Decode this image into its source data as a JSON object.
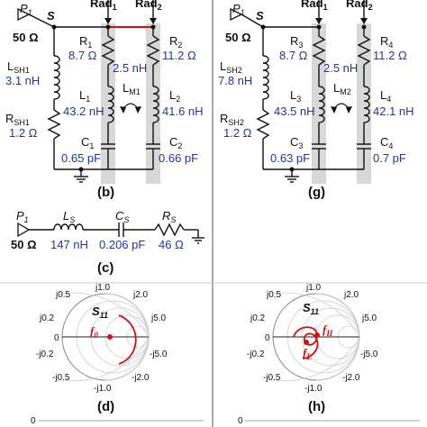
{
  "left_circuit": {
    "port": "P",
    "port_sub": "1",
    "node": "S",
    "impedance": "50 Ω",
    "rad1": "Rad",
    "rad1_sub": "1",
    "rad2": "Rad",
    "rad2_sub": "2",
    "r1": "R",
    "r1_sub": "1",
    "r1_val": "8.7 Ω",
    "r2": "R",
    "r2_sub": "2",
    "r2_val": "11.2 Ω",
    "lsh": "L",
    "lsh_sub": "SH1",
    "lsh_val": "3.1 nH",
    "l1": "L",
    "l1_sub": "1",
    "l1_val": "43.2 nH",
    "l2": "L",
    "l2_sub": "2",
    "l2_val": "41.6 nH",
    "lm_val": "2.5 nH",
    "lm": "L",
    "lm_sub": "M1",
    "rsh": "R",
    "rsh_sub": "SH1",
    "rsh_val": "1.2 Ω",
    "c1": "C",
    "c1_sub": "1",
    "c1_val": "0.65 pF",
    "c2": "C",
    "c2_sub": "2",
    "c2_val": "0.66 pF",
    "caption": "(b)"
  },
  "right_circuit": {
    "port": "P",
    "port_sub": "1",
    "node": "S",
    "impedance": "50 Ω",
    "rad1": "Rad",
    "rad1_sub": "1",
    "rad2": "Rad",
    "rad2_sub": "2",
    "r1": "R",
    "r1_sub": "3",
    "r1_val": "8.7 Ω",
    "r2": "R",
    "r2_sub": "4",
    "r2_val": "11.2 Ω",
    "lsh": "L",
    "lsh_sub": "SH2",
    "lsh_val": "7.8 nH",
    "l1": "L",
    "l1_sub": "3",
    "l1_val": "43.5 nH",
    "l2": "L",
    "l2_sub": "4",
    "l2_val": "42.1 nH",
    "lm_val": "2.5 nH",
    "lm": "L",
    "lm_sub": "M2",
    "rsh": "R",
    "rsh_sub": "SH2",
    "rsh_val": "1.2 Ω",
    "c1": "C",
    "c1_sub": "3",
    "c1_val": "0.63 pF",
    "c2": "C",
    "c2_sub": "4",
    "c2_val": "0.7 pF",
    "caption": "(g)"
  },
  "series_circuit": {
    "port": "P",
    "port_sub": "1",
    "impedance": "50 Ω",
    "ls": "L",
    "ls_sub": "S",
    "ls_val": "147 nH",
    "cs": "C",
    "cs_sub": "S",
    "cs_val": "0.206 pF",
    "rs": "R",
    "rs_sub": "S",
    "rs_val": "46 Ω",
    "caption": "(c)"
  },
  "smith_left": {
    "title": "S",
    "title_sub": "11",
    "ticks": [
      "j1.0",
      "j0.5",
      "j2.0",
      "j0.2",
      "j5.0",
      "0",
      "-j0.2",
      "-j5.0",
      "-j0.5",
      "-j2.0",
      "-j1.0"
    ],
    "marker": "f",
    "marker_sub": "0",
    "caption": "(d)"
  },
  "smith_right": {
    "title": "S",
    "title_sub": "11",
    "ticks": [
      "j1.0",
      "j0.5",
      "j2.0",
      "j0.2",
      "j5.0",
      "0",
      "-j0.2",
      "-j5.0",
      "-j0.5",
      "-j2.0",
      "-j1.0"
    ],
    "marker_h": "f",
    "marker_h_sub": "H",
    "marker_l": "f",
    "marker_l_sub": "L",
    "caption": "(h)"
  },
  "bottom_ticks": {
    "left": "0",
    "right": "0"
  },
  "colors": {
    "accent_red": "#cc1111",
    "value_blue": "#2233aa",
    "highlight_gray": "#d8d8d8"
  }
}
